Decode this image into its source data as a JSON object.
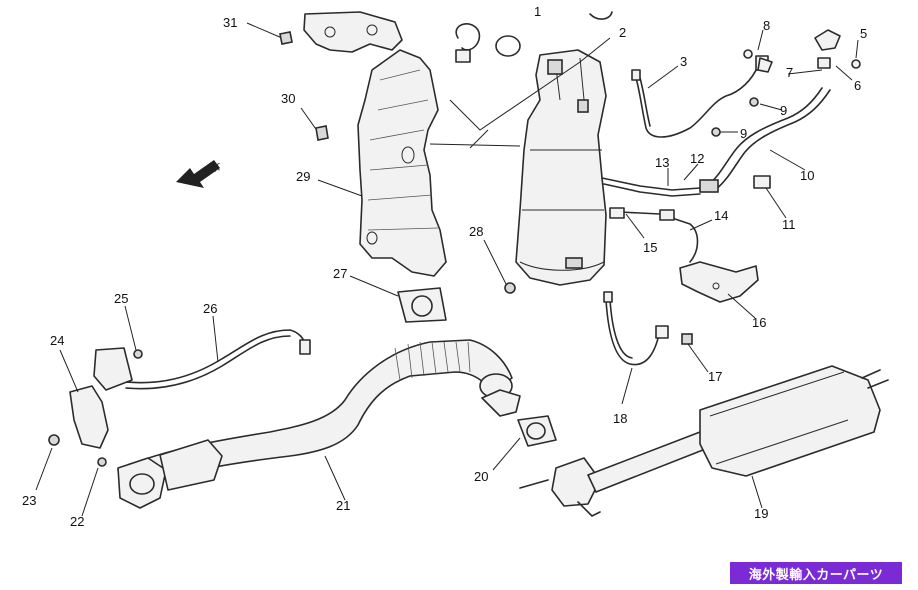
{
  "callouts": {
    "c1": "1",
    "c2": "2",
    "c3": "3",
    "c5": "5",
    "c6": "6",
    "c7": "7",
    "c8": "8",
    "c9a": "9",
    "c9b": "9",
    "c10": "10",
    "c11": "11",
    "c12": "12",
    "c13": "13",
    "c14": "14",
    "c15": "15",
    "c16": "16",
    "c17": "17",
    "c18": "18",
    "c19": "19",
    "c20": "20",
    "c21": "21",
    "c22": "22",
    "c23": "23",
    "c24": "24",
    "c25": "25",
    "c26": "26",
    "c27": "27",
    "c28": "28",
    "c29": "29",
    "c30": "30",
    "c31": "31"
  },
  "direction_marker": "FRT",
  "watermark": "海外製輸入カーパーツ"
}
